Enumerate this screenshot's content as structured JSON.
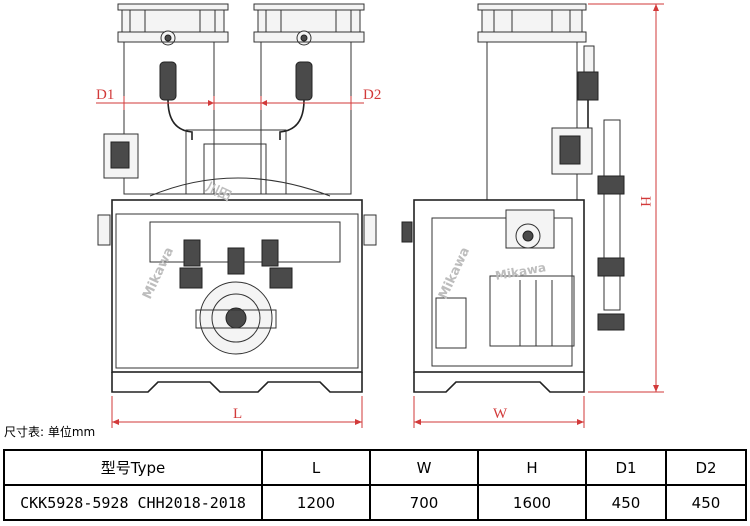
{
  "drawing": {
    "labels": {
      "d1": "D1",
      "d2": "D2",
      "l": "L",
      "w": "W",
      "h": "H"
    },
    "accent_color": "#d23a3a",
    "watermark_brand": "Mikawa",
    "watermark_cjk": "川田"
  },
  "unit_note": "尺寸表: 单位mm",
  "table": {
    "headers": [
      "型号Type",
      "L",
      "W",
      "H",
      "D1",
      "D2"
    ],
    "rows": [
      [
        "CKK5928-5928  CHH2018-2018",
        "1200",
        "700",
        "1600",
        "450",
        "450"
      ]
    ]
  }
}
